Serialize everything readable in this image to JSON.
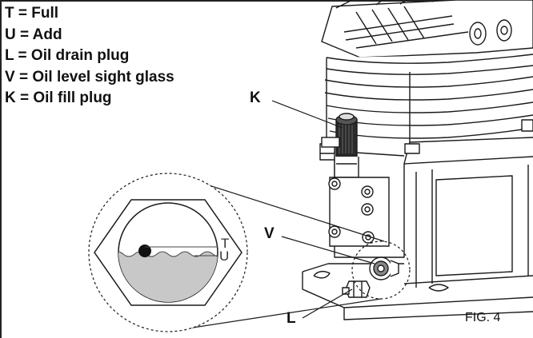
{
  "legend": [
    "T = Full",
    "U = Add",
    "L = Oil drain plug",
    "V = Oil level sight glass",
    "K = Oil fill plug"
  ],
  "callouts": {
    "k": "K",
    "v": "V",
    "l": "L"
  },
  "inset": {
    "t": "T",
    "u": "U"
  },
  "figure_label": "FIG. 4"
}
